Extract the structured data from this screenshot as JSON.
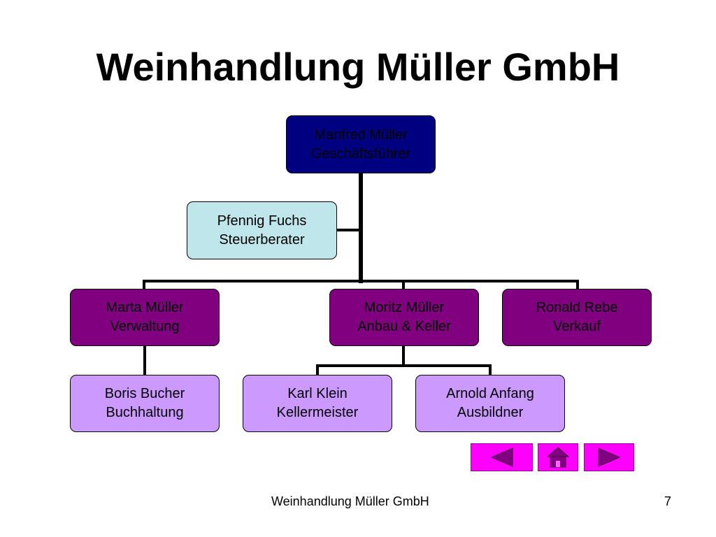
{
  "title": "Weinhandlung Müller GmbH",
  "org_chart": {
    "top": {
      "name": "Manfred Müller",
      "role": "Geschäftsführer"
    },
    "staff": {
      "name": "Pfennig Fuchs",
      "role": "Steuerberater"
    },
    "departments": [
      {
        "name": "Marta Müller",
        "role": "Verwaltung"
      },
      {
        "name": "Moritz Müller",
        "role": "Anbau & Keller"
      },
      {
        "name": "Ronald Rebe",
        "role": "Verkauf"
      }
    ],
    "sub_units": [
      {
        "name": "Boris Bucher",
        "role": "Buchhaltung",
        "reports_to": "Marta Müller"
      },
      {
        "name": "Karl Klein",
        "role": "Kellermeister",
        "reports_to": "Moritz Müller"
      },
      {
        "name": "Arnold Anfang",
        "role": "Ausbildner",
        "reports_to": "Moritz Müller"
      }
    ]
  },
  "navigation": {
    "icons": [
      "triangle-left-icon",
      "home-icon",
      "triangle-right-icon"
    ]
  },
  "footer": {
    "text": "Weinhandlung Müller GmbH",
    "page_number": "7"
  },
  "colors": {
    "top_fill": "#000080",
    "staff_fill": "#bfe6ea",
    "department_fill": "#800080",
    "sub_unit_fill": "#cc99ff",
    "nav_fill": "#ff00ff",
    "nav_icon": "#800080"
  }
}
